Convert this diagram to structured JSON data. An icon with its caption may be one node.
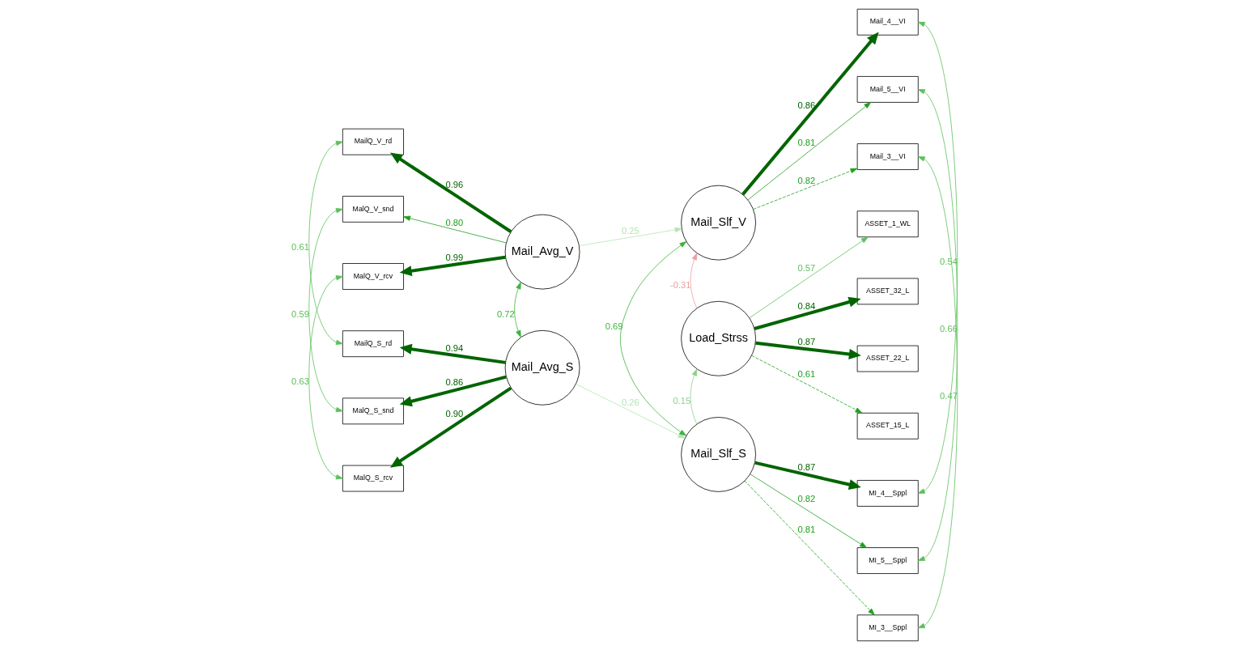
{
  "diagram": {
    "nodes": [
      {
        "text": [
          "MailQ_V_rd"
        ]
      },
      {
        "text": [
          "MalQ_V_snd"
        ]
      },
      {
        "text": [
          "MalQ_V_rcv"
        ]
      },
      {
        "text": [
          "MailQ_S_rd"
        ]
      },
      {
        "text": [
          "MalQ_S_snd"
        ]
      },
      {
        "text": [
          "MalQ_S_rcv"
        ]
      },
      {
        "text": [
          "Mail_Avg_V"
        ]
      },
      {
        "text": [
          "Mail_Avg_S"
        ]
      },
      {
        "text": [
          "Mail_Slf_V"
        ]
      },
      {
        "text": [
          "Load_Strss"
        ]
      },
      {
        "text": [
          "Mail_Slf_S"
        ]
      },
      {
        "text": [
          "Mail_4__VI"
        ]
      },
      {
        "text": [
          "Mail_5__VI"
        ]
      },
      {
        "text": [
          "Mail_3__VI"
        ]
      },
      {
        "text": [
          "ASSET_1_WL"
        ]
      },
      {
        "text": [
          "ASSET_32_L"
        ]
      },
      {
        "text": [
          "ASSET_22_L"
        ]
      },
      {
        "text": [
          "ASSET_15_L"
        ]
      },
      {
        "text": [
          "MI_4__Sppl"
        ]
      },
      {
        "text": [
          "MI_5__Sppl"
        ]
      },
      {
        "text": [
          "MI_3__Sppl"
        ]
      }
    ],
    "edges": [
      {
        "from": 6,
        "to": 0,
        "arrow": "to",
        "label": "0.96",
        "style": "thick",
        "color": "#006400"
      },
      {
        "from": 6,
        "to": 1,
        "arrow": "to",
        "label": "0.80"
      },
      {
        "from": 6,
        "to": 2,
        "arrow": "to",
        "label": "0.99",
        "style": "thick",
        "color": "#006400"
      },
      {
        "from": 7,
        "to": 3,
        "arrow": "to",
        "label": "0.94",
        "style": "thick",
        "color": "#006400"
      },
      {
        "from": 7,
        "to": 4,
        "arrow": "to",
        "label": "0.86",
        "style": "thick",
        "color": "#006400"
      },
      {
        "from": 7,
        "to": 5,
        "arrow": "to",
        "label": "0.90",
        "style": "thick",
        "color": "#006400"
      },
      {
        "from": 6,
        "to": 8,
        "arrow": "to",
        "label": "0.25",
        "color": "#b4e4b4"
      },
      {
        "from": 6,
        "to": 7,
        "arrow": "both",
        "label": "0.72",
        "color": "#3cb43c"
      },
      {
        "from": 7,
        "to": 10,
        "arrow": "to",
        "label": "0.26",
        "color": "#b4e4b4"
      },
      {
        "from": 8,
        "to": 10,
        "arrow": "both",
        "label": "0.69",
        "color": "#3cb43c"
      },
      {
        "from": 9,
        "to": 8,
        "arrow": "to",
        "label": "-0.31",
        "color": "#e8a0a0"
      },
      {
        "from": 10,
        "to": 9,
        "arrow": "to",
        "label": "0.15",
        "color": "#8fcf8f"
      },
      {
        "from": 8,
        "to": 11,
        "arrow": "to",
        "label": "0.86",
        "style": "thick",
        "color": "#006400"
      },
      {
        "from": 8,
        "to": 12,
        "arrow": "to",
        "label": "0.81"
      },
      {
        "from": 8,
        "to": 13,
        "arrow": "to",
        "label": "0.82",
        "style": "dashed"
      },
      {
        "from": 9,
        "to": 14,
        "arrow": "to",
        "label": "0.57",
        "color": "#5cc05c"
      },
      {
        "from": 9,
        "to": 15,
        "arrow": "to",
        "label": "0.84",
        "style": "thick",
        "color": "#006400"
      },
      {
        "from": 9,
        "to": 16,
        "arrow": "to",
        "label": "0.87",
        "style": "thick",
        "color": "#006400"
      },
      {
        "from": 9,
        "to": 17,
        "arrow": "to",
        "label": "0.61",
        "style": "dashed"
      },
      {
        "from": 10,
        "to": 18,
        "arrow": "to",
        "label": "0.87",
        "style": "thick",
        "color": "#006400"
      },
      {
        "from": 10,
        "to": 19,
        "arrow": "to",
        "label": "0.82"
      },
      {
        "from": 10,
        "to": 20,
        "arrow": "to",
        "label": "0.81",
        "style": "dashed"
      },
      {
        "from": 2,
        "to": 5,
        "arrow": "both",
        "label": "0.63",
        "color": "#5cc05c"
      },
      {
        "from": 1,
        "to": 4,
        "arrow": "both",
        "label": "0.59",
        "color": "#5cc05c"
      },
      {
        "from": 0,
        "to": 3,
        "arrow": "both",
        "label": "0.61",
        "color": "#5cc05c"
      },
      {
        "from": 11,
        "to": 18,
        "arrow": "both",
        "label": "0.54",
        "color": "#5cc05c"
      },
      {
        "from": 12,
        "to": 19,
        "arrow": "both",
        "label": "0.66",
        "color": "#5cc05c"
      },
      {
        "from": 13,
        "to": 20,
        "arrow": "both",
        "label": "0.47",
        "color": "#5cc05c"
      }
    ]
  }
}
